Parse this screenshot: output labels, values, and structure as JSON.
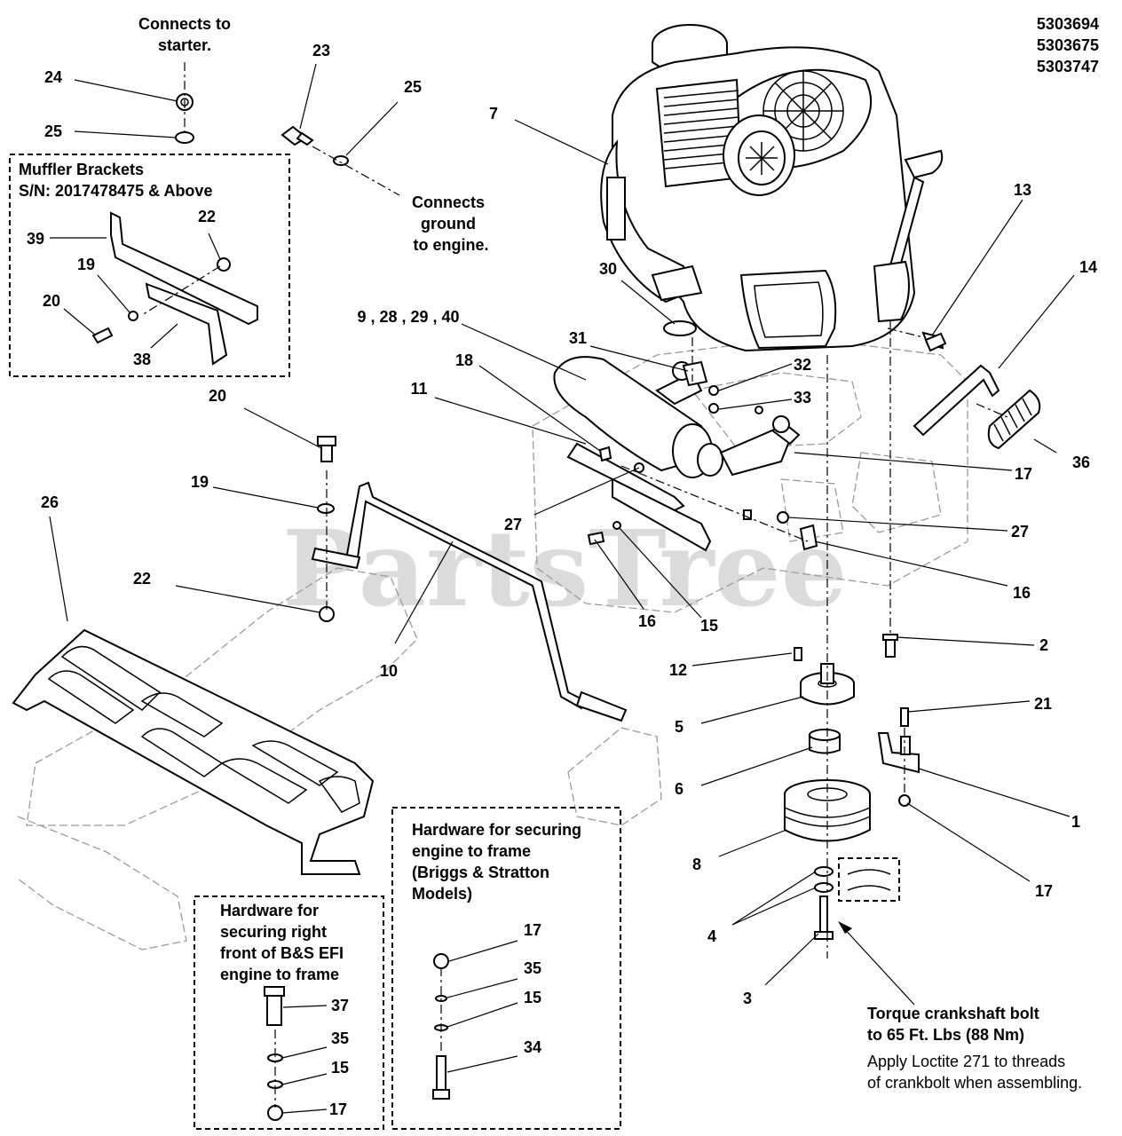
{
  "model_numbers": [
    "5303694",
    "5303675",
    "5303747"
  ],
  "watermark": "PartsTree",
  "notes": {
    "starter": [
      "Connects to",
      "starter."
    ],
    "ground": [
      "Connects",
      "ground",
      "to engine."
    ],
    "muffler_brackets": [
      "Muffler Brackets",
      "S/N: 2017478475 & Above"
    ],
    "efi_hardware": [
      "Hardware for",
      "securing right",
      "front of B&S EFI",
      "engine to frame"
    ],
    "bs_hardware": [
      "Hardware for securing",
      "engine to frame",
      "(Briggs & Stratton",
      "Models)"
    ],
    "torque_bold": [
      "Torque crankshaft bolt",
      "to 65 Ft. Lbs (88 Nm)"
    ],
    "loctite": [
      "Apply Loctite 271 to threads",
      "of crankbolt when assembling."
    ]
  },
  "callouts": {
    "c24": "24",
    "c25a": "25",
    "c23": "23",
    "c25b": "25",
    "c7": "7",
    "c39": "39",
    "c22a": "22",
    "c19a": "19",
    "c20a": "20",
    "c38": "38",
    "c13": "13",
    "c14": "14",
    "c30": "30",
    "c9": "9 , 28 , 29 , 40",
    "c31": "31",
    "c32": "32",
    "c33": "33",
    "c18": "18",
    "c11": "11",
    "c20b": "20",
    "c19b": "19",
    "c26": "26",
    "c17a": "17",
    "c36": "36",
    "c27a": "27",
    "c27b": "27",
    "c16a": "16",
    "c16b": "16",
    "c15a": "15",
    "c22b": "22",
    "c10": "10",
    "c2": "2",
    "c12": "12",
    "c21": "21",
    "c5": "5",
    "c6": "6",
    "c1": "1",
    "c8": "8",
    "c17b": "17",
    "c4": "4",
    "c3": "3",
    "c17c": "17",
    "c35a": "35",
    "c15b": "15",
    "c34": "34",
    "c37": "37",
    "c35b": "35",
    "c15c": "15",
    "c17d": "17"
  }
}
